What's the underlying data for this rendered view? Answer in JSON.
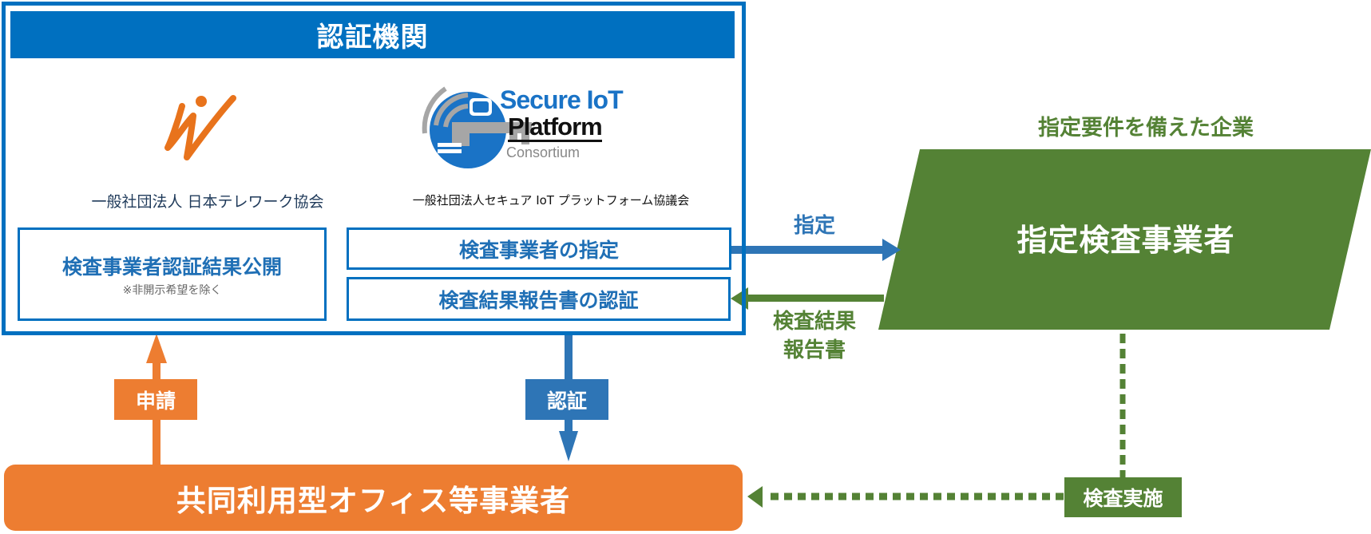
{
  "colors": {
    "blue": "#0070c0",
    "arrow_blue": "#2e75b6",
    "green": "#548235",
    "orange": "#ed7d31"
  },
  "certification_body": {
    "title": "認証機関",
    "org1": {
      "logo_icon": "japan-telework-association-logo",
      "name": "一般社団法人 日本テレワーク協会"
    },
    "org2": {
      "logo_icon": "secure-iot-platform-consortium-logo",
      "logo_text": [
        "Secure IoT",
        "Platform",
        "Consortium"
      ],
      "name": "一般社団法人セキュア IoT プラットフォーム協議会"
    },
    "boxes": {
      "publish": {
        "label": "検査事業者認証結果公開",
        "note": "※非開示希望を除く"
      },
      "designate": {
        "label": "検査事業者の指定"
      },
      "certify_report": {
        "label": "検査結果報告書の認証"
      }
    }
  },
  "designated_inspector": {
    "caption": "指定要件を備えた企業",
    "label": "指定検査事業者"
  },
  "operator": {
    "label": "共同利用型オフィス等事業者"
  },
  "edges": {
    "designate": "指定",
    "report": [
      "検査結果",
      "報告書"
    ],
    "apply": "申請",
    "certify": "認証",
    "inspect": "検査実施"
  }
}
